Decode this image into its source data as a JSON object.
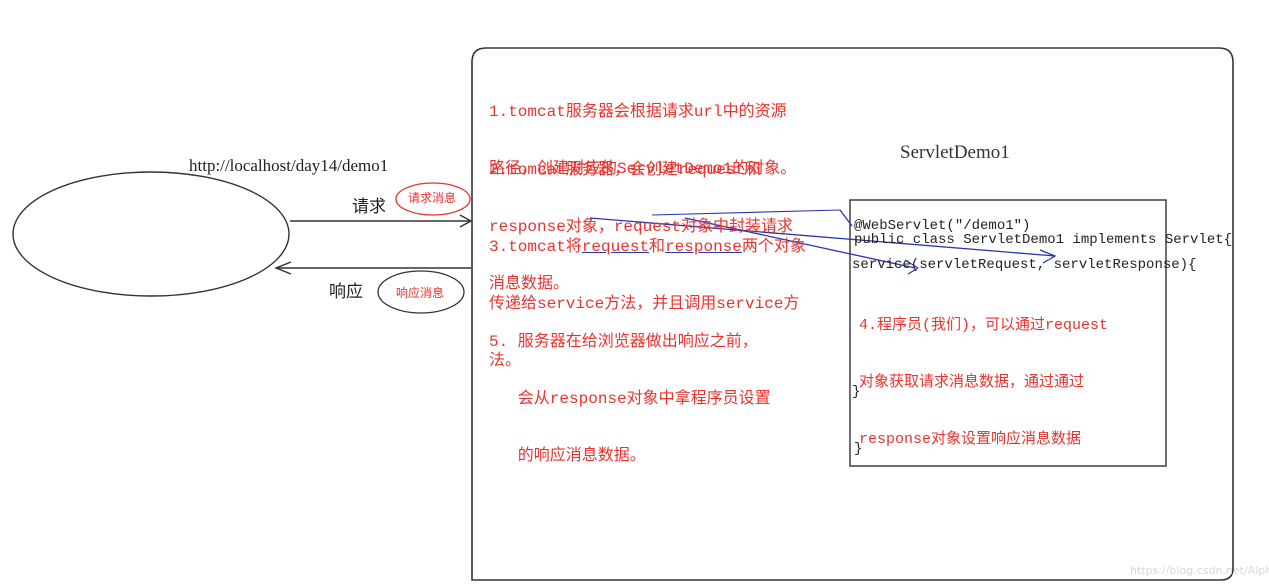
{
  "browser": {
    "url": "http://localhost/day14/demo1",
    "request_label": "请求",
    "request_bubble": "请求消息",
    "response_label": "响应",
    "response_bubble": "响应消息"
  },
  "server": {
    "class_title": "ServletDemo1",
    "notes": [
      {
        "id": 1,
        "lines": [
          "1.tomcat服务器会根据请求url中的资源",
          "路径，创建对应的ServletDemo1的对象。"
        ]
      },
      {
        "id": 2,
        "lines": [
          "2.tomcat服务器，会创建request和",
          "response对象，request对象中封装请求",
          "消息数据。"
        ]
      },
      {
        "id": 3,
        "prefix": "3.tomcat将",
        "req": "request",
        "mid": "和",
        "resp": "response",
        "suffix": "两个对象",
        "lines": [
          "传递给service方法，并且调用service方",
          "法。"
        ]
      },
      {
        "id": 5,
        "lines": [
          "5. 服务器在给浏览器做出响应之前，",
          "   会从response对象中拿程序员设置",
          "   的响应消息数据。"
        ]
      }
    ],
    "code": {
      "annotation": "@WebServlet(\"/demo1\")",
      "class_decl": "public class ServletDemo1 implements Servlet{",
      "method_sig": "service(servletRequest, servletResponse){",
      "note4": [
        "4.程序员(我们)，可以通过request",
        "对象获取请求消息数据，通过通过",
        "response对象设置响应消息数据"
      ],
      "close_method": "}",
      "close_class": "}"
    }
  },
  "watermark": "https://blog.csdn.net/Alphr",
  "colors": {
    "note_red": "#e8332e",
    "arrow_blue": "#2a35b0",
    "line": "#333333"
  }
}
